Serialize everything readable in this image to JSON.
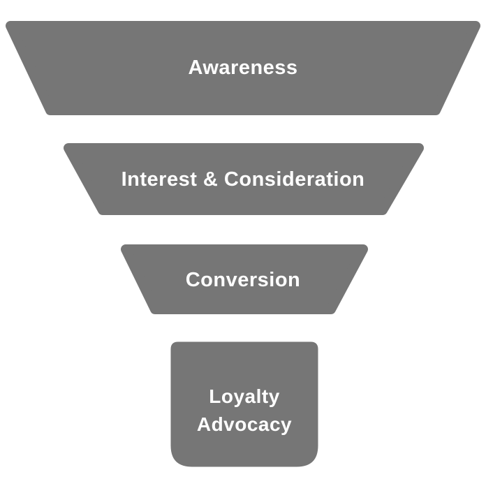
{
  "funnel": {
    "stages": [
      {
        "label": "Awareness"
      },
      {
        "label": "Interest & Consideration"
      },
      {
        "label": "Conversion"
      },
      {
        "label_line1": "Loyalty",
        "label_line2": "Advocacy"
      }
    ],
    "shape_color": "#767676",
    "label_color": "#ffffff",
    "background_color": "#ffffff"
  }
}
